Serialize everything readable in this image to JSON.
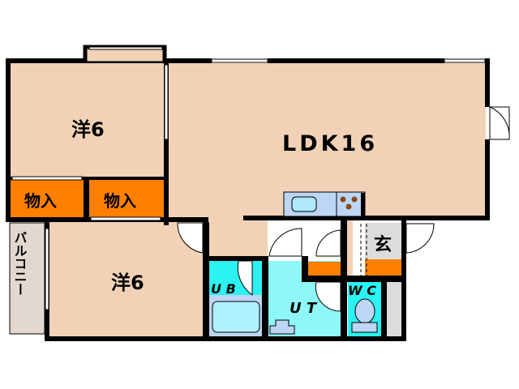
{
  "rooms": {
    "bedroom_north": {
      "label": "洋6"
    },
    "bedroom_south": {
      "label": "洋6"
    },
    "ldk": {
      "label": "LDK16"
    },
    "closet_left": {
      "label": "物入"
    },
    "closet_right": {
      "label": "物入"
    },
    "balcony": {
      "label": "バルコニー"
    },
    "bath": {
      "label": "U B"
    },
    "utility": {
      "label": "U T"
    },
    "toilet": {
      "label": "W C"
    },
    "entrance": {
      "label": "玄"
    }
  },
  "colors": {
    "room": "#f2d2b6",
    "closet": "#ff8000",
    "wet_bright": "#2cf2f2",
    "wet_light": "#8ef8f8",
    "fixture": "#bcd6f4",
    "balcony": "#e2d8d0",
    "entrance": "#dcdcdc",
    "wall": "#000000"
  }
}
